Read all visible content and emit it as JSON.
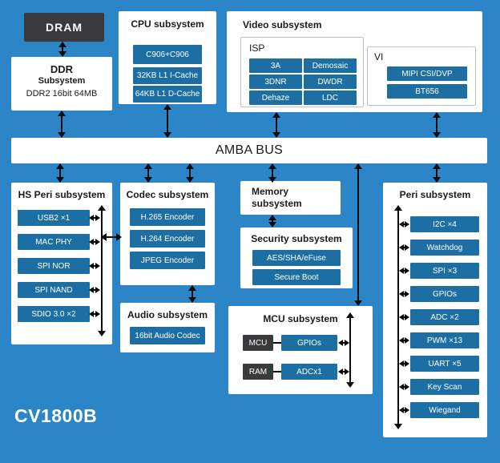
{
  "colors": {
    "background": "#2b85c6",
    "chip_blue": "#1d6fa3",
    "chip_dark": "#3a3a3c",
    "box_bg": "#ffffff",
    "text_dark": "#1a1a1a",
    "arrow": "#0a0a0a"
  },
  "dram": {
    "label": "DRAM"
  },
  "ddr": {
    "title": "DDR",
    "subtitle": "Subsystem",
    "detail": "DDR2 16bit 64MB"
  },
  "cpu": {
    "title": "CPU subsystem",
    "chips": [
      "C906+C906",
      "32KB L1 I-Cache",
      "64KB L1 D-Cache"
    ]
  },
  "video": {
    "title": "Video subsystem",
    "isp": {
      "label": "ISP",
      "chips": [
        "3A",
        "Demosaic",
        "3DNR",
        "DWDR",
        "Dehaze",
        "LDC"
      ]
    },
    "vi": {
      "label": "VI",
      "chips": [
        "MIPI CSI/DVP",
        "BT656"
      ]
    }
  },
  "bus": {
    "label": "AMBA BUS"
  },
  "hs_peri": {
    "title": "HS Peri subsystem",
    "chips": [
      "USB2 ×1",
      "MAC PHY",
      "SPI NOR",
      "SPI NAND",
      "SDIO 3.0 ×2"
    ]
  },
  "codec": {
    "title": "Codec subsystem",
    "chips": [
      "H.265 Encoder",
      "H.264 Encoder",
      "JPEG Encoder"
    ]
  },
  "memory": {
    "line1": "Memory",
    "line2": "subsystem"
  },
  "security": {
    "title": "Security subsystem",
    "chips": [
      "AES/SHA/eFuse",
      "Secure Boot"
    ]
  },
  "audio": {
    "title": "Audio subsystem",
    "chips": [
      "16bit Audio Codec"
    ]
  },
  "mcu": {
    "title": "MCU subsystem",
    "dark_chips": [
      "MCU",
      "RAM"
    ],
    "blue_chips": [
      "GPIOs",
      "ADCx1"
    ]
  },
  "peri": {
    "title": "Peri subsystem",
    "chips": [
      "I2C ×4",
      "Watchdog",
      "SPI ×3",
      "GPIOs",
      "ADC ×2",
      "PWM ×13",
      "UART ×5",
      "Key Scan",
      "Wiegand"
    ]
  },
  "footer": {
    "chip_name": "CV1800B"
  }
}
